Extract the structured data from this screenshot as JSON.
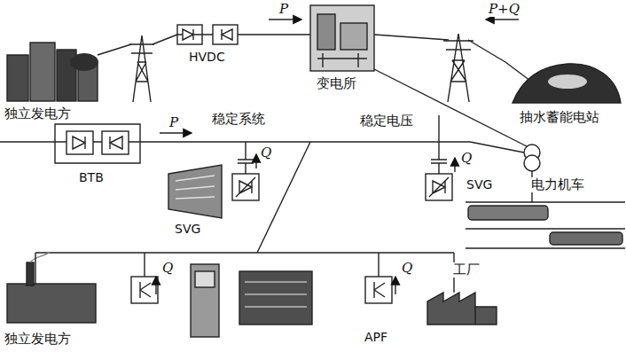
{
  "diagram": {
    "labels": [
      "HVDC",
      "P",
      "P+Q",
      "变电所",
      "抽水蓄能电站",
      "独立发电方",
      "稳定系统",
      "稳定电压",
      "P",
      "Q",
      "Q",
      "BTB",
      "SVG",
      "SVG",
      "电力机车",
      "Q",
      "Q",
      "工厂",
      "独立发电方",
      "APF"
    ]
  }
}
